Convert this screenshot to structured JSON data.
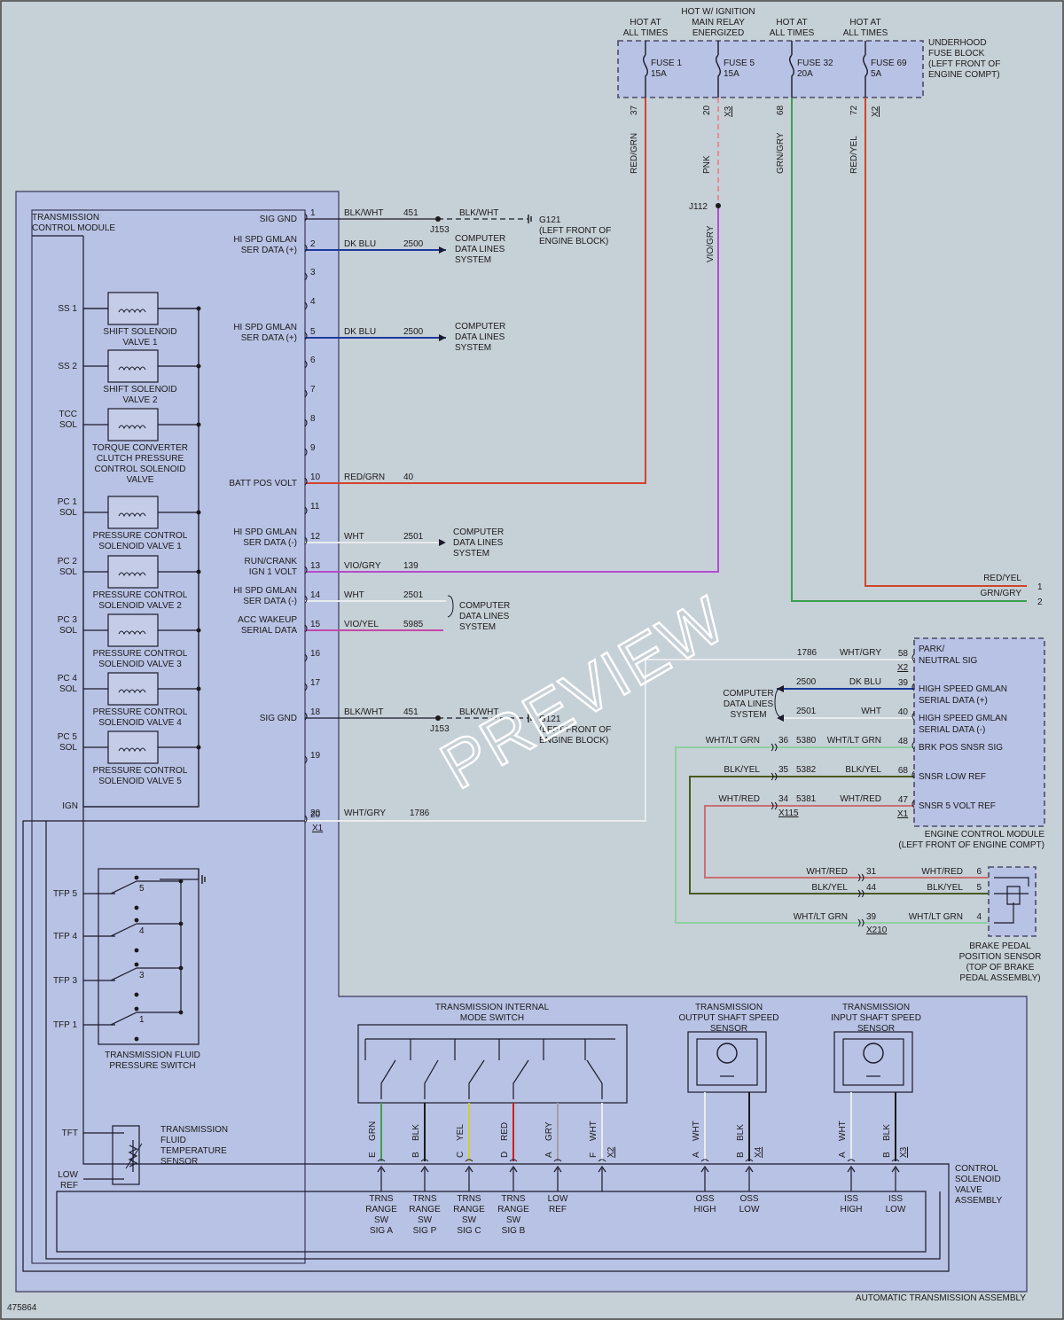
{
  "corner_id": "475864",
  "watermark": "PREVIEW",
  "footer_label": "AUTOMATIC TRANSMISSION ASSEMBLY",
  "colors": {
    "red_grn": "#d2442c",
    "pink": "#e88a96",
    "vio_gry": "#b44ccc",
    "vio_yel": "#c448a8",
    "grn_gry": "#3aa050",
    "red_yel": "#d24428",
    "dk_blu": "#1c3a9c",
    "wht": "#e8ecee",
    "wht_ltgrn": "#8ed0a0",
    "blk_yel": "#4a5a20",
    "wht_red": "#c87070"
  },
  "fuse_block": {
    "label_lines": [
      "UNDERHOOD",
      "FUSE BLOCK",
      "(LEFT FRONT OF",
      "ENGINE COMPT)"
    ],
    "fuses": [
      {
        "hot_lines": [
          "HOT AT",
          "ALL TIMES"
        ],
        "name": "FUSE 1",
        "rating": "15A",
        "pin": "37",
        "wire": "RED/GRN"
      },
      {
        "hot_lines": [
          "HOT W/ IGNITION",
          "MAIN RELAY",
          "ENERGIZED"
        ],
        "name": "FUSE 5",
        "rating": "15A",
        "pin": "20",
        "wire": "PNK",
        "conn": "X3"
      },
      {
        "hot_lines": [
          "HOT AT",
          "ALL TIMES"
        ],
        "name": "FUSE 32",
        "rating": "20A",
        "pin": "68",
        "wire": "GRN/GRY"
      },
      {
        "hot_lines": [
          "HOT AT",
          "ALL TIMES"
        ],
        "name": "FUSE 69",
        "rating": "5A",
        "pin": "72",
        "wire": "RED/YEL",
        "conn": "X2"
      }
    ]
  },
  "splice_j112": "J112",
  "splice_wire": "VIO/GRY",
  "tcm": {
    "title_lines": [
      "TRANSMISSION",
      "CONTROL MODULE"
    ],
    "conn": "X1",
    "pins": [
      {
        "pin": "1",
        "label_lines": [
          "SIG GND"
        ],
        "wire": "BLK/WHT",
        "circuit": "451"
      },
      {
        "pin": "2",
        "label_lines": [
          "HI SPD GMLAN",
          "SER DATA (+)"
        ],
        "wire": "DK BLU",
        "circuit": "2500"
      },
      {
        "pin": "3",
        "label_lines": []
      },
      {
        "pin": "4",
        "label_lines": []
      },
      {
        "pin": "5",
        "label_lines": [
          "HI SPD GMLAN",
          "SER DATA (+)"
        ],
        "wire": "DK BLU",
        "circuit": "2500"
      },
      {
        "pin": "6",
        "label_lines": []
      },
      {
        "pin": "7",
        "label_lines": []
      },
      {
        "pin": "8",
        "label_lines": []
      },
      {
        "pin": "9",
        "label_lines": []
      },
      {
        "pin": "10",
        "label_lines": [
          "BATT POS VOLT"
        ],
        "wire": "RED/GRN",
        "circuit": "40"
      },
      {
        "pin": "11",
        "label_lines": []
      },
      {
        "pin": "12",
        "label_lines": [
          "HI SPD GMLAN",
          "SER DATA (-)"
        ],
        "wire": "WHT",
        "circuit": "2501"
      },
      {
        "pin": "13",
        "label_lines": [
          "RUN/CRANK",
          "IGN 1 VOLT"
        ],
        "wire": "VIO/GRY",
        "circuit": "139"
      },
      {
        "pin": "14",
        "label_lines": [
          "HI SPD GMLAN",
          "SER DATA (-)"
        ],
        "wire": "WHT",
        "circuit": "2501"
      },
      {
        "pin": "15",
        "label_lines": [
          "ACC WAKEUP",
          "SERIAL DATA"
        ],
        "wire": "VIO/YEL",
        "circuit": "5985"
      },
      {
        "pin": "16",
        "label_lines": []
      },
      {
        "pin": "17",
        "label_lines": []
      },
      {
        "pin": "18",
        "label_lines": [
          "SIG GND"
        ],
        "wire": "BLK/WHT",
        "circuit": "451"
      },
      {
        "pin": "19",
        "label_lines": []
      },
      {
        "pin": "20",
        "label_lines": []
      },
      {
        "pin": "20b",
        "label_lines": [],
        "wire": "WHT/GRY",
        "circuit": "1786"
      }
    ],
    "ign_label": "IGN"
  },
  "grounds": [
    {
      "splice": "J153",
      "wire": "BLK/WHT",
      "name": "G121",
      "loc_lines": [
        "(LEFT FRONT OF",
        "ENGINE BLOCK)"
      ]
    },
    {
      "splice": "J153",
      "wire": "BLK/WHT",
      "name": "G121",
      "loc_lines": [
        "(LEFT FRONT OF",
        "ENGINE BLOCK)"
      ]
    }
  ],
  "cdl_lines": [
    "COMPUTER",
    "DATA LINES",
    "SYSTEM"
  ],
  "solenoids": [
    {
      "pin_lines": [
        "SS 1"
      ],
      "name_lines": [
        "SHIFT SOLENOID",
        "VALVE 1"
      ]
    },
    {
      "pin_lines": [
        "SS 2"
      ],
      "name_lines": [
        "SHIFT SOLENOID",
        "VALVE 2"
      ]
    },
    {
      "pin_lines": [
        "TCC",
        "SOL"
      ],
      "name_lines": [
        "TORQUE CONVERTER",
        "CLUTCH PRESSURE",
        "CONTROL SOLENOID",
        "VALVE"
      ]
    },
    {
      "pin_lines": [
        "PC 1",
        "SOL"
      ],
      "name_lines": [
        "PRESSURE CONTROL",
        "SOLENOID VALVE 1"
      ]
    },
    {
      "pin_lines": [
        "PC 2",
        "SOL"
      ],
      "name_lines": [
        "PRESSURE CONTROL",
        "SOLENOID VALVE 2"
      ]
    },
    {
      "pin_lines": [
        "PC 3",
        "SOL"
      ],
      "name_lines": [
        "PRESSURE CONTROL",
        "SOLENOID VALVE 3"
      ]
    },
    {
      "pin_lines": [
        "PC 4",
        "SOL"
      ],
      "name_lines": [
        "PRESSURE CONTROL",
        "SOLENOID VALVE 4"
      ]
    },
    {
      "pin_lines": [
        "PC 5",
        "SOL"
      ],
      "name_lines": [
        "PRESSURE CONTROL",
        "SOLENOID VALVE 5"
      ]
    }
  ],
  "tfp_switch": {
    "name_lines": [
      "TRANSMISSION FLUID",
      "PRESSURE SWITCH"
    ],
    "positions": [
      {
        "label": "TFP 5",
        "num": "5"
      },
      {
        "label": "TFP 4",
        "num": "4"
      },
      {
        "label": "TFP 3",
        "num": "3"
      },
      {
        "label": "TFP 1",
        "num": "1"
      }
    ]
  },
  "tft_sensor": {
    "name_lines": [
      "TRANSMISSION",
      "FLUID",
      "TEMPERATURE",
      "SENSOR"
    ],
    "pin_tft": "TFT",
    "pin_low_lines": [
      "LOW",
      "REF"
    ]
  },
  "ecm": {
    "name_lines": [
      "ENGINE CONTROL MODULE",
      "(LEFT FRONT OF ENGINE COMPT)"
    ],
    "pins": [
      {
        "pin": "58",
        "label_lines": [
          "PARK/",
          "NEUTRAL SIG"
        ],
        "wire": "WHT/GRY",
        "circuit": "1786",
        "conn": "X2"
      },
      {
        "pin": "39",
        "label_lines": [
          "HIGH SPEED GMLAN",
          "SERIAL DATA (+)"
        ],
        "wire": "DK BLU",
        "circuit": "2500"
      },
      {
        "pin": "40",
        "label_lines": [
          "HIGH SPEED GMLAN",
          "SERIAL DATA (-)"
        ],
        "wire": "WHT",
        "circuit": "2501"
      },
      {
        "pin": "48",
        "label_lines": [
          "BRK POS SNSR SIG"
        ],
        "wire": "WHT/LT GRN",
        "circuit": "5380",
        "inline_pin": "36",
        "left_wire": "WHT/LT GRN"
      },
      {
        "pin": "68",
        "label_lines": [
          "SNSR LOW REF"
        ],
        "wire": "BLK/YEL",
        "circuit": "5382",
        "inline_pin": "35",
        "left_wire": "BLK/YEL"
      },
      {
        "pin": "47",
        "label_lines": [
          "SNSR 5 VOLT REF"
        ],
        "wire": "WHT/RED",
        "circuit": "5381",
        "inline_pin": "34",
        "left_wire": "WHT/RED",
        "conn": "X1"
      }
    ],
    "inline_conn": "X115"
  },
  "right_outputs": [
    {
      "wire": "RED/YEL",
      "num": "1"
    },
    {
      "wire": "GRN/GRY",
      "num": "2"
    }
  ],
  "brake_sensor": {
    "name_lines": [
      "BRAKE PEDAL",
      "POSITION SENSOR",
      "(TOP OF BRAKE",
      "PEDAL ASSEMBLY)"
    ],
    "pins": [
      {
        "pin": "6",
        "wire_left": "WHT/RED",
        "inline_pin": "31",
        "wire_right": "WHT/RED"
      },
      {
        "pin": "5",
        "wire_left": "BLK/YEL",
        "inline_pin": "44",
        "wire_right": "BLK/YEL"
      },
      {
        "pin": "4",
        "wire_left": "WHT/LT GRN",
        "inline_pin": "39",
        "wire_right": "WHT/LT GRN"
      }
    ],
    "inline_conn": "X210"
  },
  "mode_switch": {
    "name_lines": [
      "TRANSMISSION INTERNAL",
      "MODE SWITCH"
    ],
    "pins": [
      {
        "letter": "E",
        "wire": "GRN",
        "sig_lines": [
          "TRNS",
          "RANGE",
          "SW",
          "SIG A"
        ]
      },
      {
        "letter": "B",
        "wire": "BLK",
        "sig_lines": [
          "TRNS",
          "RANGE",
          "SW",
          "SIG P"
        ]
      },
      {
        "letter": "C",
        "wire": "YEL",
        "sig_lines": [
          "TRNS",
          "RANGE",
          "SW",
          "SIG C"
        ]
      },
      {
        "letter": "D",
        "wire": "RED",
        "sig_lines": [
          "TRNS",
          "RANGE",
          "SW",
          "SIG B"
        ]
      },
      {
        "letter": "A",
        "wire": "GRY",
        "sig_lines": [
          "LOW",
          "REF"
        ]
      },
      {
        "letter": "F",
        "wire": "WHT",
        "sig_lines": []
      }
    ],
    "conn": "X2"
  },
  "oss_sensor": {
    "name_lines": [
      "TRANSMISSION",
      "OUTPUT SHAFT SPEED",
      "SENSOR"
    ],
    "pins": [
      {
        "letter": "A",
        "wire": "WHT",
        "sig_lines": [
          "OSS",
          "HIGH"
        ]
      },
      {
        "letter": "B",
        "wire": "BLK",
        "sig_lines": [
          "OSS",
          "LOW"
        ]
      }
    ],
    "conn": "X4"
  },
  "iss_sensor": {
    "name_lines": [
      "TRANSMISSION",
      "INPUT SHAFT SPEED",
      "SENSOR"
    ],
    "pins": [
      {
        "letter": "A",
        "wire": "WHT",
        "sig_lines": [
          "ISS",
          "HIGH"
        ]
      },
      {
        "letter": "B",
        "wire": "BLK",
        "sig_lines": [
          "ISS",
          "LOW"
        ]
      }
    ],
    "conn": "X3"
  },
  "csv_label_lines": [
    "CONTROL",
    "SOLENOID",
    "VALVE",
    "ASSEMBLY"
  ]
}
